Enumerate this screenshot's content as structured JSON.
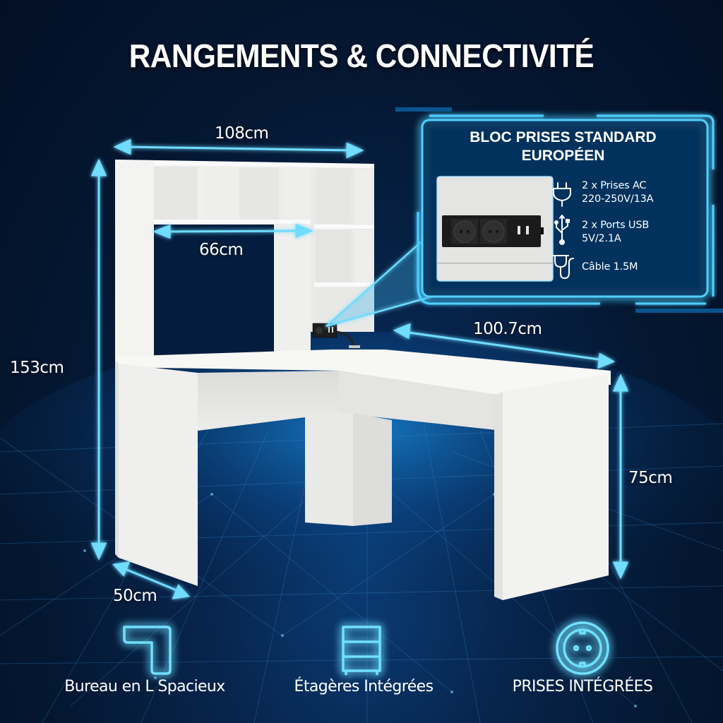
{
  "title": "RANGEMENTS & CONNECTIVITÉ",
  "dimensions": {
    "hutch_width": "108cm",
    "opening_width": "66cm",
    "total_height": "153cm",
    "depth": "50cm",
    "return_width": "100.7cm",
    "desk_height": "75cm"
  },
  "callout": {
    "title_line1": "BLOC PRISES STANDARD",
    "title_line2": "EUROPÉEN",
    "specs": [
      {
        "icon": "plug-icon",
        "line1": "2 x Prises AC",
        "line2": "220-250V/13A"
      },
      {
        "icon": "usb-icon",
        "line1": "2 x Ports USB",
        "line2": "5V/2.1A"
      },
      {
        "icon": "cable-icon",
        "line1": "Câble 1.5M",
        "line2": ""
      }
    ]
  },
  "features": [
    {
      "icon": "l-desk-icon",
      "label": "Bureau en L Spacieux"
    },
    {
      "icon": "shelves-icon",
      "label": "Étagères Intégrées"
    },
    {
      "icon": "socket-icon",
      "label": "PRISES INTÉGRÉES"
    }
  ],
  "colors": {
    "accent": "#5fd4f5",
    "glow": "#2aa8e8",
    "background": "#041833",
    "furniture": "#f2f2f0"
  }
}
